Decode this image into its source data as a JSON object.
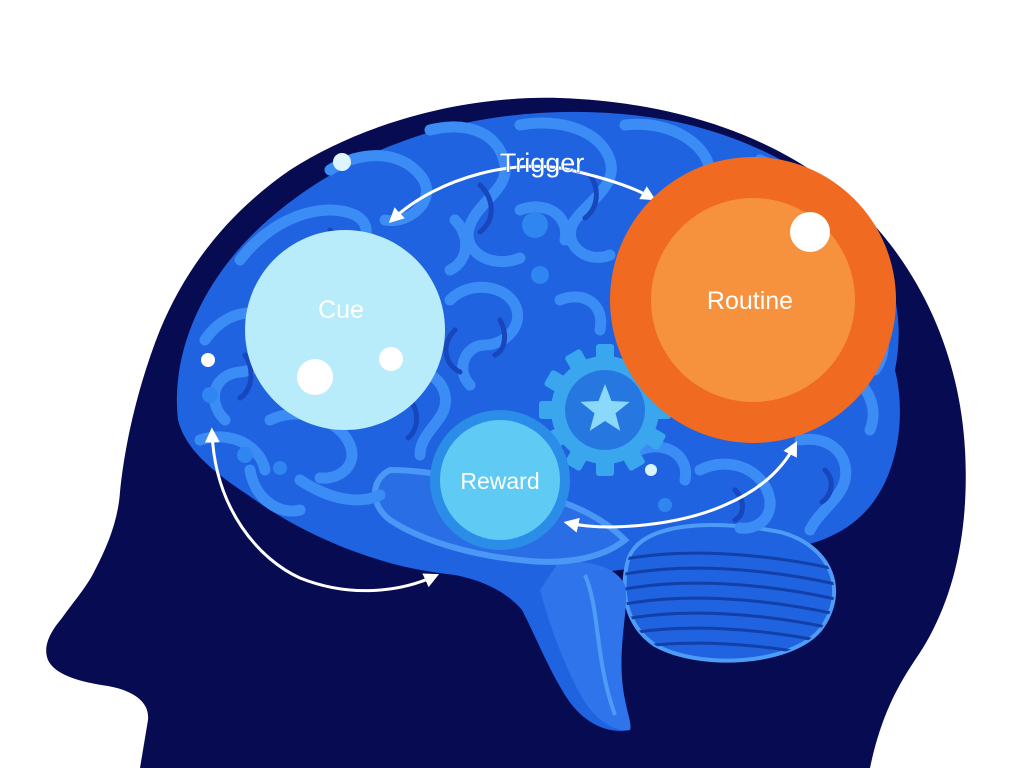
{
  "diagram": {
    "nodes": {
      "cue": {
        "label": "Cue",
        "fill": "#b8ecfb",
        "text_color": "#ffffff"
      },
      "routine": {
        "label": "Routine",
        "fill": "#f06a21",
        "inner_fill": "#f6913e",
        "text_color": "#ffffff"
      },
      "reward": {
        "label": "Reward",
        "fill": "#5fcaf4",
        "ring": "#2c8de8",
        "text_color": "#ffffff"
      }
    },
    "connectors": {
      "trigger": {
        "label": "Trigger"
      }
    },
    "icons": [
      "head-silhouette",
      "brain-icon",
      "gear-star-icon",
      "cerebellum-icon"
    ],
    "colors": {
      "head": "#070b52",
      "brain_base": "#1f63e0",
      "brain_folds": "#3b8cf5",
      "brain_dark": "#1746bd",
      "arrows": "#ffffff"
    }
  }
}
